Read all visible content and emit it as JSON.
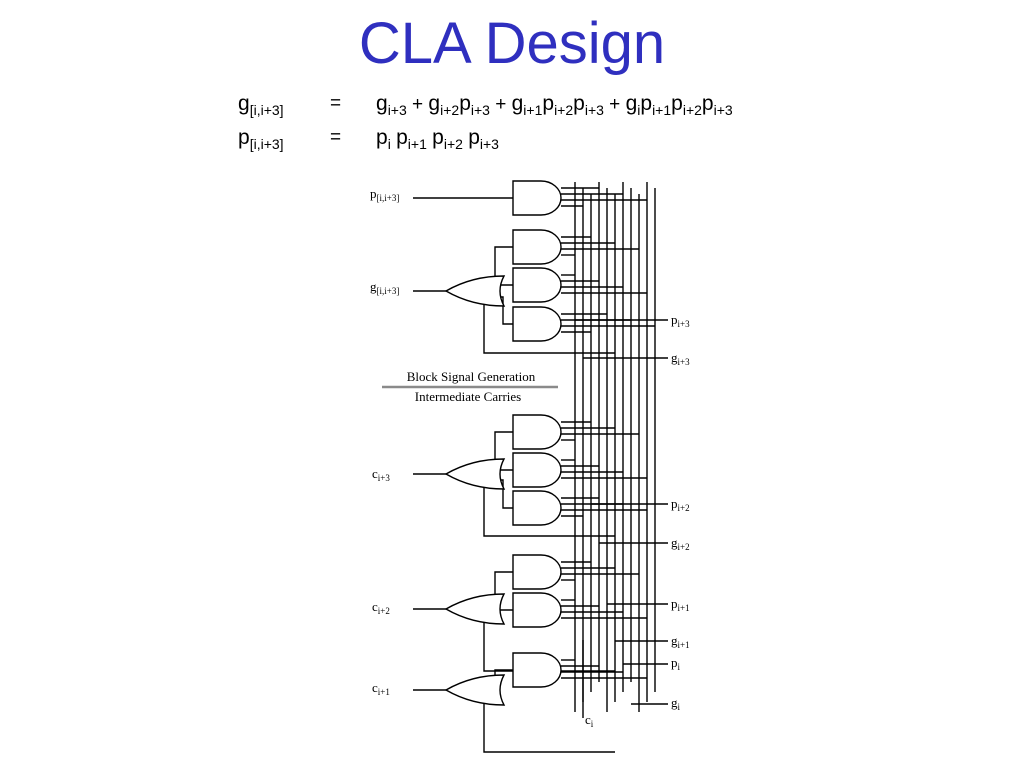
{
  "title": "CLA Design",
  "colors": {
    "title": "#2f2fbf",
    "ink": "#000000",
    "divider": "#8a8a8a"
  },
  "equations": [
    {
      "lhs": {
        "base": "g",
        "sub": "[i,i+3]"
      },
      "eq": "=",
      "rhs": [
        {
          "b": "g",
          "s": "i+3"
        },
        {
          "t": " + "
        },
        {
          "b": "g",
          "s": "i+2"
        },
        {
          "b": "p",
          "s": "i+3"
        },
        {
          "t": " + "
        },
        {
          "b": "g",
          "s": "i+1"
        },
        {
          "b": "p",
          "s": "i+2"
        },
        {
          "b": "p",
          "s": "i+3"
        },
        {
          "t": " + "
        },
        {
          "b": "g",
          "s": "i"
        },
        {
          "b": "p",
          "s": "i+1"
        },
        {
          "b": "p",
          "s": "i+2"
        },
        {
          "b": "p",
          "s": "i+3"
        }
      ]
    },
    {
      "lhs": {
        "base": "p",
        "sub": "[i,i+3]"
      },
      "eq": "=",
      "rhs": [
        {
          "b": "p",
          "s": "i"
        },
        {
          "t": " "
        },
        {
          "b": "p",
          "s": "i+1"
        },
        {
          "t": " "
        },
        {
          "b": "p",
          "s": "i+2"
        },
        {
          "t": " "
        },
        {
          "b": "p",
          "s": "i+3"
        }
      ]
    }
  ],
  "diagram": {
    "section_upper": "Block Signal Generation",
    "section_lower": "Intermediate Carries",
    "outputs": [
      {
        "id": "p-block",
        "base": "p",
        "sub": "[i,i+3]"
      },
      {
        "id": "g-block",
        "base": "g",
        "sub": "[i,i+3]"
      },
      {
        "id": "c-i3",
        "base": "c",
        "sub": "i+3"
      },
      {
        "id": "c-i2",
        "base": "c",
        "sub": "i+2"
      },
      {
        "id": "c-i1",
        "base": "c",
        "sub": "i+1"
      }
    ],
    "inputs": [
      {
        "id": "p-i3",
        "base": "p",
        "sub": "i+3"
      },
      {
        "id": "g-i3",
        "base": "g",
        "sub": "i+3"
      },
      {
        "id": "p-i2",
        "base": "p",
        "sub": "i+2"
      },
      {
        "id": "g-i2",
        "base": "g",
        "sub": "i+2"
      },
      {
        "id": "p-i1",
        "base": "p",
        "sub": "i+1"
      },
      {
        "id": "g-i1",
        "base": "g",
        "sub": "i+1"
      },
      {
        "id": "p-i",
        "base": "p",
        "sub": "i"
      },
      {
        "id": "g-i",
        "base": "g",
        "sub": "i"
      },
      {
        "id": "c-i",
        "base": "c",
        "sub": "i"
      }
    ]
  }
}
